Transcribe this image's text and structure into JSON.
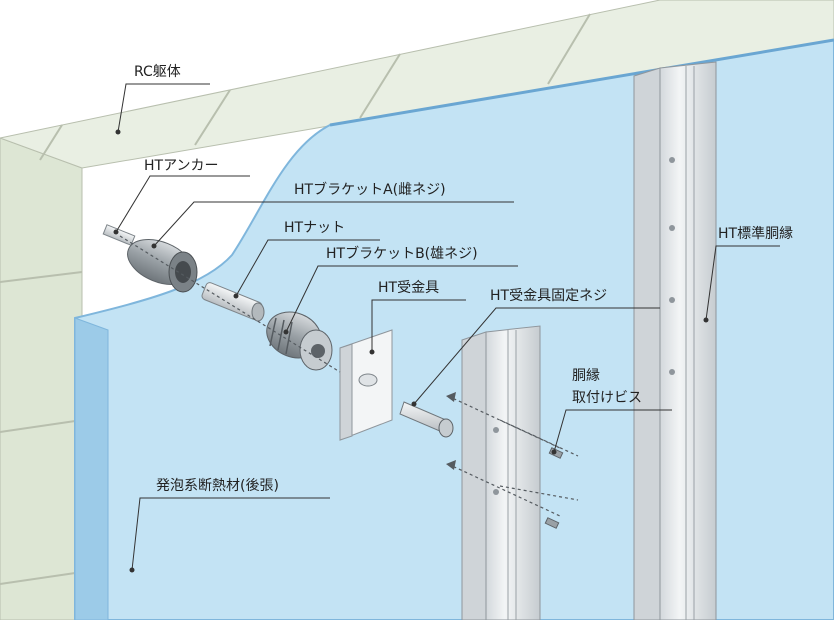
{
  "labels": {
    "rc_body": "RC躯体",
    "ht_anchor": "HTアンカー",
    "bracket_a": "HTブラケットA(雌ネジ)",
    "ht_nut": "HTナット",
    "bracket_b": "HTブラケットB(雄ネジ)",
    "receiver": "HT受金具",
    "receiver_screw": "HT受金具固定ネジ",
    "standard_furring": "HT標準胴縁",
    "furring_screw_line1": "胴縁",
    "furring_screw_line2": "取付けビス",
    "insulation": "発泡系断熱材(後張)"
  },
  "colors": {
    "concrete": "#e9efe3",
    "concrete_side": "#dde6d4",
    "joints": "#b8bfae",
    "insulation_face": "#c3e3f4",
    "insulation_edge": "#7fb6dc",
    "steel_light": "#eef0f2",
    "steel_mid": "#cfd4d8",
    "steel_dark": "#8f969c",
    "leader": "#333333"
  }
}
